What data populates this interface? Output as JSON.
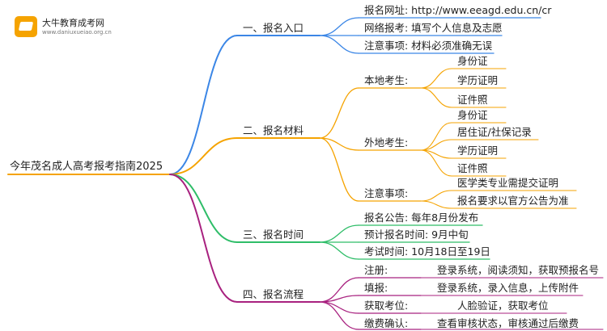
{
  "logo": {
    "title": "大牛教育成考网",
    "subtitle": "www.daniuxueiao.org.cn",
    "badge_color": "#f5a300"
  },
  "root": {
    "label": "今年茂名成人高考报考指南2025"
  },
  "branches": [
    {
      "label": "一、报名入口",
      "color": "#3b86e6",
      "children": [
        {
          "label": "报名网址: http://www.eeagd.edu.cn/cr"
        },
        {
          "label": "网络报考: 填写个人信息及志愿"
        },
        {
          "label": "注意事项: 材料必须准确无误"
        }
      ]
    },
    {
      "label": "二、报名材料",
      "color": "#f5a300",
      "children": [
        {
          "label": "本地考生:",
          "children": [
            "身份证",
            "学历证明",
            "证件照"
          ]
        },
        {
          "label": "外地考生:",
          "children": [
            "身份证",
            "居住证/社保记录",
            "学历证明",
            "证件照"
          ]
        },
        {
          "label": "注意事项:",
          "children": [
            "医学类专业需提交证明",
            "报名要求以官方公告为准"
          ]
        }
      ]
    },
    {
      "label": "三、报名时间",
      "color": "#2ebd68",
      "children": [
        {
          "label": "报名公告: 每年8月份发布"
        },
        {
          "label": "预计报名时间: 9月中旬"
        },
        {
          "label": "考试时间: 10月18日至19日"
        }
      ]
    },
    {
      "label": "四、报名流程",
      "color": "#a8217f",
      "children": [
        {
          "label": "注册:",
          "detail": "登录系统，阅读须知，获取预报名号"
        },
        {
          "label": "填报:",
          "detail": "登录系统，录入信息，上传附件"
        },
        {
          "label": "获取考位:",
          "detail": "人脸验证，获取考位"
        },
        {
          "label": "缴费确认:",
          "detail": "查看审核状态，审核通过后缴费"
        }
      ]
    }
  ]
}
